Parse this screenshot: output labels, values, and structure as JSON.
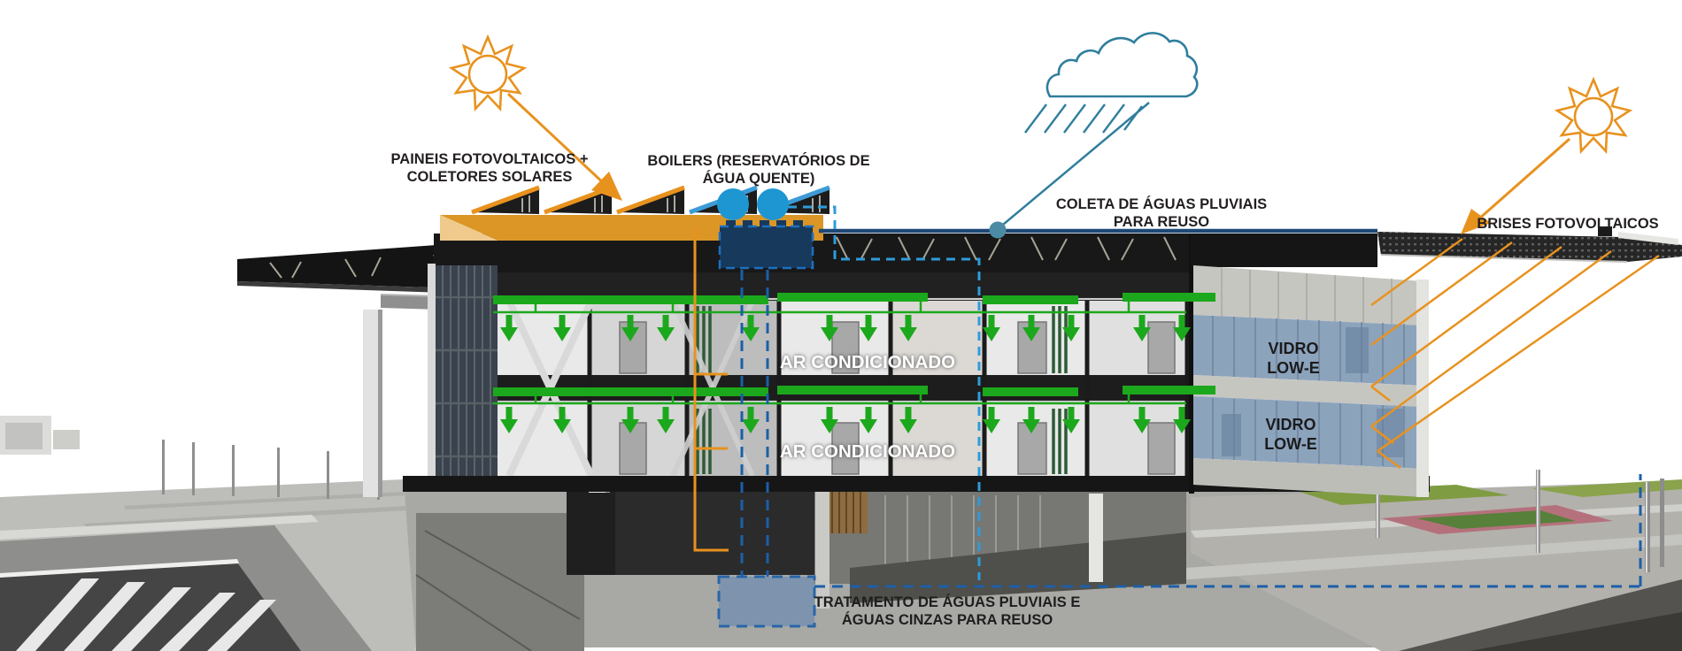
{
  "diagram_title": "Building sustainability section diagram",
  "labels": {
    "solar_panels": {
      "line1": "PAINEIS FOTOVOLTAICOS +",
      "line2": "COLETORES SOLARES"
    },
    "boilers": {
      "line1": "BOILERS (RESERVATÓRIOS DE",
      "line2": "ÁGUA QUENTE)"
    },
    "rainwater_collection": {
      "line1": "COLETA DE ÁGUAS PLUVIAIS",
      "line2": "PARA REUSO"
    },
    "pv_brises": {
      "line1": "BRISES FOTOVOLTAICOS"
    },
    "low_e_glass_upper": {
      "line1": "VIDRO",
      "line2": "LOW-E"
    },
    "low_e_glass_lower": {
      "line1": "VIDRO",
      "line2": "LOW-E"
    },
    "air_conditioning_upper": {
      "line1": "AR CONDICIONADO"
    },
    "air_conditioning_lower": {
      "line1": "AR CONDICIONADO"
    },
    "water_treatment": {
      "line1": "TRATAMENTO DE ÁGUAS PLUVIAIS E",
      "line2": "ÁGUAS CINZAS PARA REUSO"
    }
  },
  "icons": {
    "sun_left": "sun-icon",
    "sun_right": "sun-icon",
    "rain_cloud": "rain-cloud-icon",
    "boiler_tanks": "boiler-circles-icon",
    "roof_water_tank": "water-tank",
    "underground_tank": "treatment-tank",
    "airflow_arrows": "green-down-arrows"
  },
  "colors": {
    "sun_orange": "#E8921E",
    "panel_band_orange": "#DB9626",
    "boiler_blue": "#1E96D2",
    "tank_navy": "#17395C",
    "collection_line_navy": "#1E4876",
    "cloud_teal": "#2F7E9D",
    "pipe_dashed_light_blue": "#2D9CDB",
    "pipe_dashed_dark_blue": "#1C5FA8",
    "hvac_green": "#1CA81C",
    "label_dark": "#231F20"
  }
}
